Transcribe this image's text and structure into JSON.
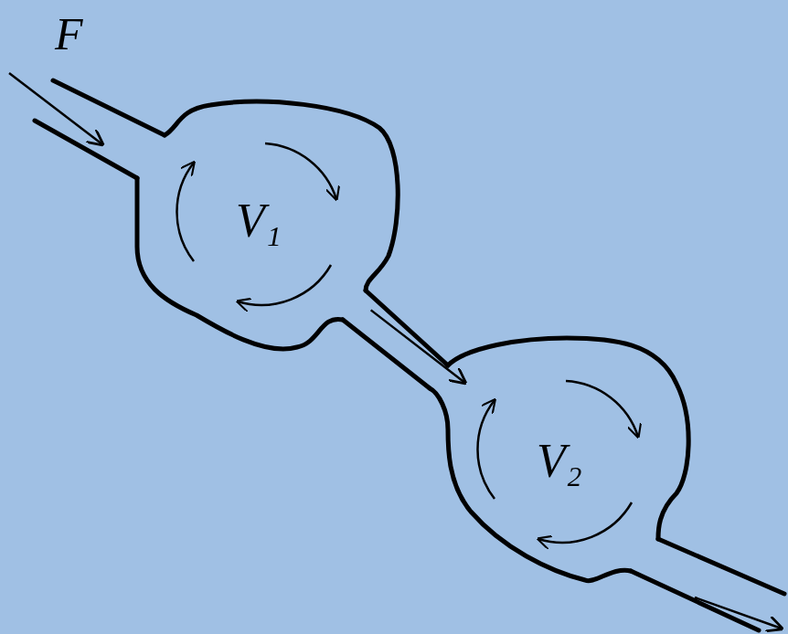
{
  "diagram": {
    "nodes": [
      {
        "text": [
          "V₁"
        ]
      },
      {
        "text": [
          "V₂"
        ]
      }
    ],
    "edges": [
      {
        "from": 0,
        "to": 1,
        "arrow": "to"
      }
    ],
    "labels": [
      "F"
    ]
  }
}
